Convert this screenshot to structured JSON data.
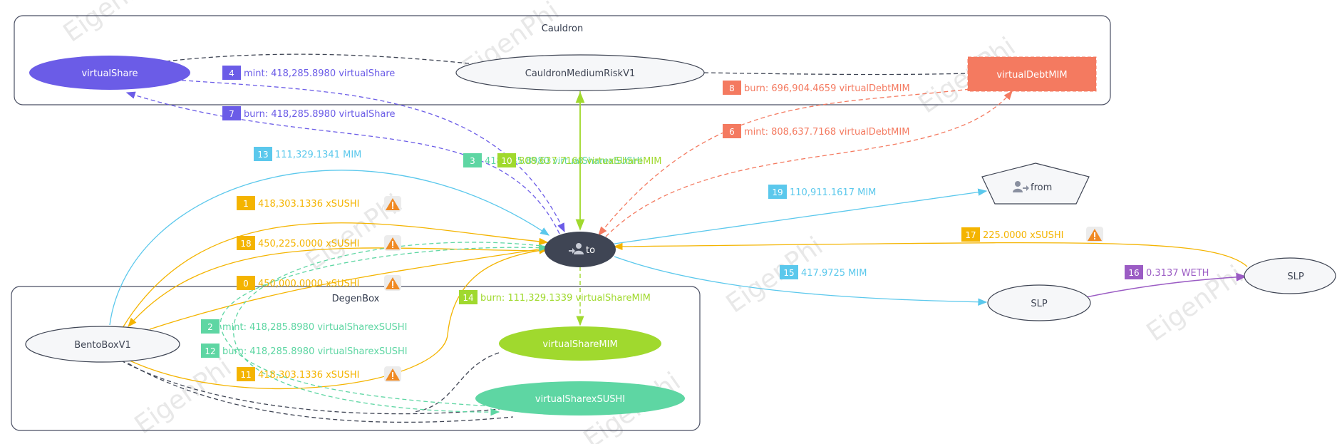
{
  "watermark": "EigenPhi",
  "clusters": {
    "cauldron": "Cauldron",
    "degenbox": "DegenBox"
  },
  "nodes": {
    "virtualShare": "virtualShare",
    "cauldronMediumRiskV1": "CauldronMediumRiskV1",
    "virtualDebtMIM": "virtualDebtMIM",
    "to": "to",
    "from": "from",
    "bentoBoxV1": "BentoBoxV1",
    "virtualShareMIM": "virtualShareMIM",
    "virtualSharexSUSHI": "virtualSharexSUSHI",
    "slp1": "SLP",
    "slp2": "SLP"
  },
  "edges": [
    {
      "id": "e4",
      "num": "4",
      "label": "mint: 418,285.8980 virtualShare",
      "color": "#6b5ce7"
    },
    {
      "id": "e7",
      "num": "7",
      "label": "burn: 418,285.8980 virtualShare",
      "color": "#6b5ce7"
    },
    {
      "id": "e8",
      "num": "8",
      "label": "burn: 696,904.4659 virtualDebtMIM",
      "color": "#f47a60"
    },
    {
      "id": "e6",
      "num": "6",
      "label": "mint: 808,637.7168 virtualDebtMIM",
      "color": "#f47a60"
    },
    {
      "id": "e13",
      "num": "13",
      "label": "111,329.1341 MIM",
      "color": "#5bc8ec"
    },
    {
      "id": "e3",
      "num": "3",
      "label": "418,285.8980 virtualSharexSUSHI",
      "color": "#5ed6a3"
    },
    {
      "id": "e10",
      "num": "10",
      "label": "808,637.7168 virtualShareMIM",
      "color": "#a0d92e"
    },
    {
      "id": "e1",
      "num": "1",
      "label": "418,303.1336 xSUSHI",
      "color": "#f4b400"
    },
    {
      "id": "e18",
      "num": "18",
      "label": "450,225.0000 xSUSHI",
      "color": "#f4b400"
    },
    {
      "id": "e0",
      "num": "0",
      "label": "450,000.0000 xSUSHI",
      "color": "#f4b400"
    },
    {
      "id": "e14",
      "num": "14",
      "label": "burn: 111,329.1339 virtualShareMIM",
      "color": "#a0d92e"
    },
    {
      "id": "e2",
      "num": "2",
      "label": "mint: 418,285.8980 virtualSharexSUSHI",
      "color": "#5ed6a3"
    },
    {
      "id": "e12",
      "num": "12",
      "label": "burn: 418,285.8980 virtualSharexSUSHI",
      "color": "#5ed6a3"
    },
    {
      "id": "e11",
      "num": "11",
      "label": "418,303.1336 xSUSHI",
      "color": "#f4b400"
    },
    {
      "id": "e19",
      "num": "19",
      "label": "110,911.1617 MIM",
      "color": "#5bc8ec"
    },
    {
      "id": "e17",
      "num": "17",
      "label": "225.0000 xSUSHI",
      "color": "#f4b400"
    },
    {
      "id": "e15",
      "num": "15",
      "label": "417.9725 MIM",
      "color": "#5bc8ec"
    },
    {
      "id": "e16",
      "num": "16",
      "label": "0.3137 WETH",
      "color": "#9b5cc4"
    }
  ],
  "colors": {
    "purple": "#6b5ce7",
    "salmon": "#f47a60",
    "lime": "#a0d92e",
    "mint": "#5ed6a3",
    "sky": "#5bc8ec",
    "gold": "#f4b400",
    "violet": "#9b5cc4",
    "dark": "#3f4554"
  },
  "icons": {
    "warning": "warning-icon",
    "toNode": "user-in-icon",
    "fromNode": "user-out-icon"
  }
}
